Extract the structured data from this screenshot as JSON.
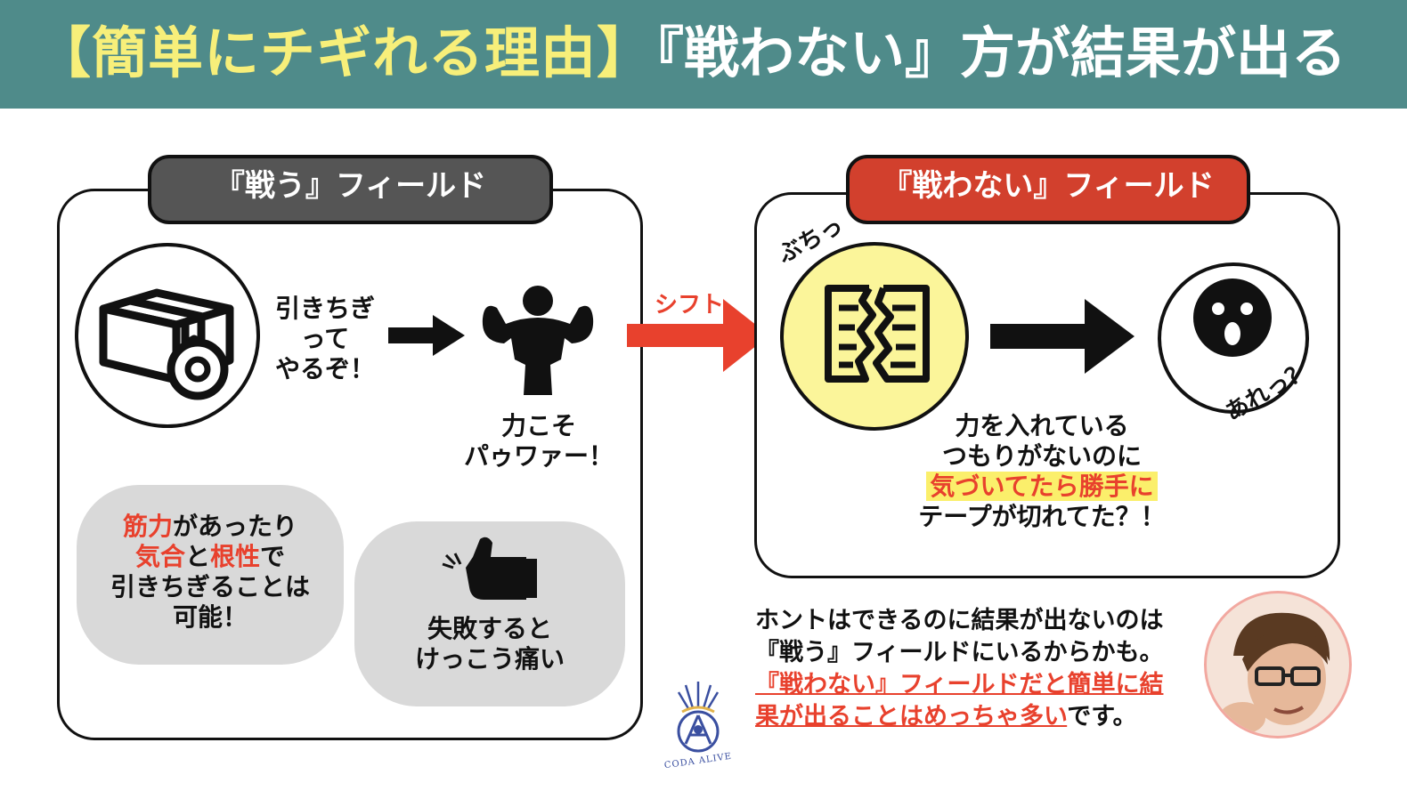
{
  "header": {
    "title_left": "【簡単にチギれる理由】",
    "title_right": "『戦わない』方が結果が出る"
  },
  "colors": {
    "header_bg": "#4f8b8a",
    "title_accent": "#f7ef7a",
    "fight_tab": "#555555",
    "nofight_tab": "#d2402d",
    "red_text": "#e8412d",
    "highlight": "#fbef6b"
  },
  "left_panel": {
    "tab_label": "『戦う』フィールド",
    "icon_box": "box-with-tape-icon",
    "tear_text_lines": [
      "引きちぎ",
      "って",
      "やるぞ！"
    ],
    "muscle_icon": "muscle-man-icon",
    "power_text_lines": [
      "力こそ",
      "パゥワァー！"
    ],
    "strength_bubble": {
      "line1_red": "筋力",
      "line1_rest": "があったり",
      "line2_red1": "気合",
      "line2_mid": "と",
      "line2_red2": "根性",
      "line2_rest": "で",
      "line3": "引きちぎることは",
      "line4": "可能！"
    },
    "fail_bubble": {
      "icon": "thumb-pain-icon",
      "lines": [
        "失敗すると",
        "けっこう痛い"
      ]
    }
  },
  "shift_label": "シフト",
  "right_panel": {
    "tab_label": "『戦わない』フィールド",
    "snap_text": "ぶちっ",
    "doc_icon": "torn-paper-icon",
    "face_icon": "surprised-face-icon",
    "face_text": "あれっ？",
    "desc_lines": [
      "力を入れている",
      "つもりがないのに"
    ],
    "desc_highlight": "気づいてたら勝手に",
    "desc_last": "テープが切れてた？！"
  },
  "bottom_note": {
    "line1": "ホントはできるのに結果が出ないのは",
    "line2": "『戦う』フィールドにいるからかも。",
    "line3_red": "『戦わない』フィールドだと簡単に結",
    "line4_red": "果が出ることはめっちゃ多い",
    "line4_rest": "です。"
  },
  "logo_text": "CODA ALIVE",
  "avatar": "presenter-avatar"
}
